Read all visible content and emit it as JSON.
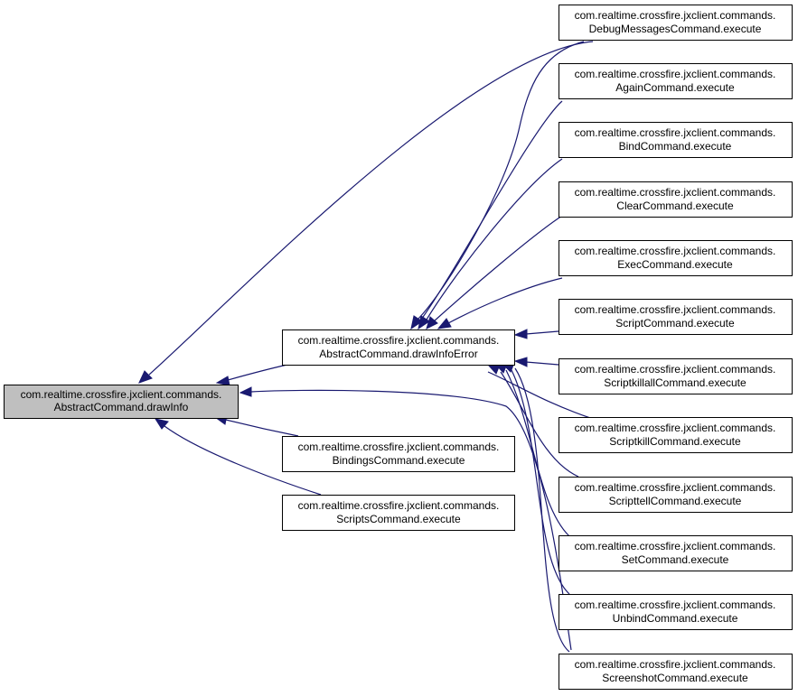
{
  "colors": {
    "edge": "#191970",
    "root_fill": "#bfbfbf",
    "node_fill": "#ffffff",
    "border": "#000000"
  },
  "nodes": {
    "root": {
      "line1": "com.realtime.crossfire.jxclient.commands.",
      "line2": "AbstractCommand.drawInfo"
    },
    "draw_info_error": {
      "line1": "com.realtime.crossfire.jxclient.commands.",
      "line2": "AbstractCommand.drawInfoError"
    },
    "bindings": {
      "line1": "com.realtime.crossfire.jxclient.commands.",
      "line2": "BindingsCommand.execute"
    },
    "scripts": {
      "line1": "com.realtime.crossfire.jxclient.commands.",
      "line2": "ScriptsCommand.execute"
    },
    "debug_messages": {
      "line1": "com.realtime.crossfire.jxclient.commands.",
      "line2": "DebugMessagesCommand.execute"
    },
    "again": {
      "line1": "com.realtime.crossfire.jxclient.commands.",
      "line2": "AgainCommand.execute"
    },
    "bind": {
      "line1": "com.realtime.crossfire.jxclient.commands.",
      "line2": "BindCommand.execute"
    },
    "clear": {
      "line1": "com.realtime.crossfire.jxclient.commands.",
      "line2": "ClearCommand.execute"
    },
    "exec": {
      "line1": "com.realtime.crossfire.jxclient.commands.",
      "line2": "ExecCommand.execute"
    },
    "script": {
      "line1": "com.realtime.crossfire.jxclient.commands.",
      "line2": "ScriptCommand.execute"
    },
    "scriptkillall": {
      "line1": "com.realtime.crossfire.jxclient.commands.",
      "line2": "ScriptkillallCommand.execute"
    },
    "scriptkill": {
      "line1": "com.realtime.crossfire.jxclient.commands.",
      "line2": "ScriptkillCommand.execute"
    },
    "scripttell": {
      "line1": "com.realtime.crossfire.jxclient.commands.",
      "line2": "ScripttellCommand.execute"
    },
    "set": {
      "line1": "com.realtime.crossfire.jxclient.commands.",
      "line2": "SetCommand.execute"
    },
    "unbind": {
      "line1": "com.realtime.crossfire.jxclient.commands.",
      "line2": "UnbindCommand.execute"
    },
    "screenshot": {
      "line1": "com.realtime.crossfire.jxclient.commands.",
      "line2": "ScreenshotCommand.execute"
    }
  }
}
